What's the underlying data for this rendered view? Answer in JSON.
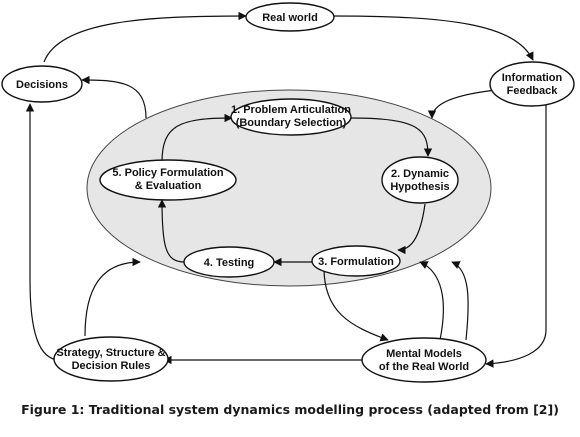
{
  "nodes": {
    "real_world": [
      "Real world"
    ],
    "decisions": [
      "Decisions"
    ],
    "information_feedback": [
      "Information",
      "Feedback"
    ],
    "problem_articulation": [
      "1. Problem Articulation",
      "(Boundary Selection)"
    ],
    "dynamic_hypothesis": [
      "2. Dynamic",
      "Hypothesis"
    ],
    "formulation": [
      "3. Formulation"
    ],
    "testing": [
      "4. Testing"
    ],
    "policy_formulation": [
      "5. Policy Formulation",
      "& Evaluation"
    ],
    "strategy_structure": [
      "Strategy, Structure &",
      "Decision Rules"
    ],
    "mental_models": [
      "Mental Models",
      "of the Real World"
    ]
  },
  "caption": "Figure 1: Traditional system dynamics modelling process (adapted from [2])"
}
